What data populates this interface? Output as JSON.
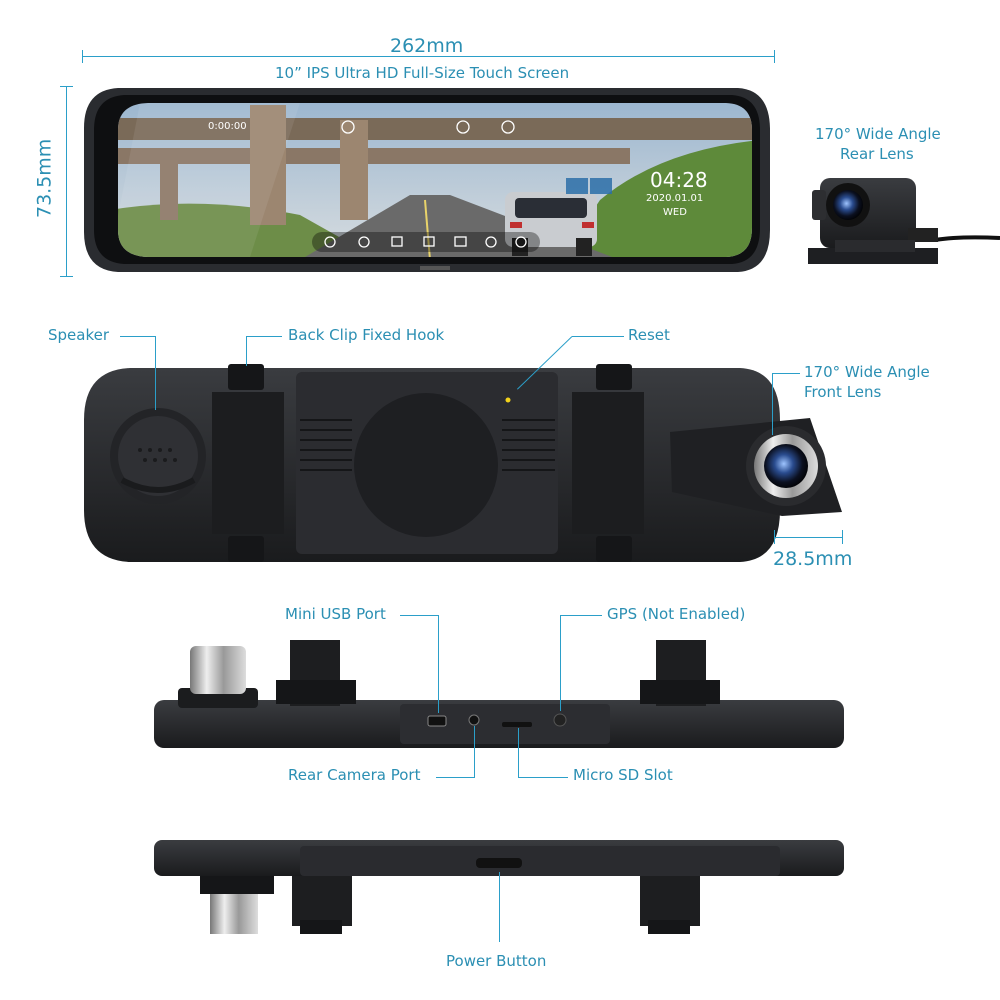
{
  "dimensions": {
    "width": "262mm",
    "height": "73.5mm",
    "lens_depth": "28.5mm"
  },
  "screen_label": "10” IPS Ultra HD Full-Size Touch Screen",
  "rear_lens_label": [
    "170° Wide Angle",
    "Rear Lens"
  ],
  "front_lens_label": [
    "170° Wide Angle",
    "Front Lens"
  ],
  "back_labels": {
    "speaker": "Speaker",
    "hook": "Back Clip Fixed Hook",
    "reset": "Reset"
  },
  "port_labels": {
    "mini_usb": "Mini USB Port",
    "gps": "GPS (Not Enabled)",
    "rear_camera": "Rear Camera Port",
    "micro_sd": "Micro SD Slot",
    "power": "Power Button"
  },
  "screen_ui": {
    "timer": "0:00:00",
    "clock": "04:28",
    "date": "2020.01.01",
    "weekday": "WED"
  },
  "accent_color": "#2b9fc9"
}
